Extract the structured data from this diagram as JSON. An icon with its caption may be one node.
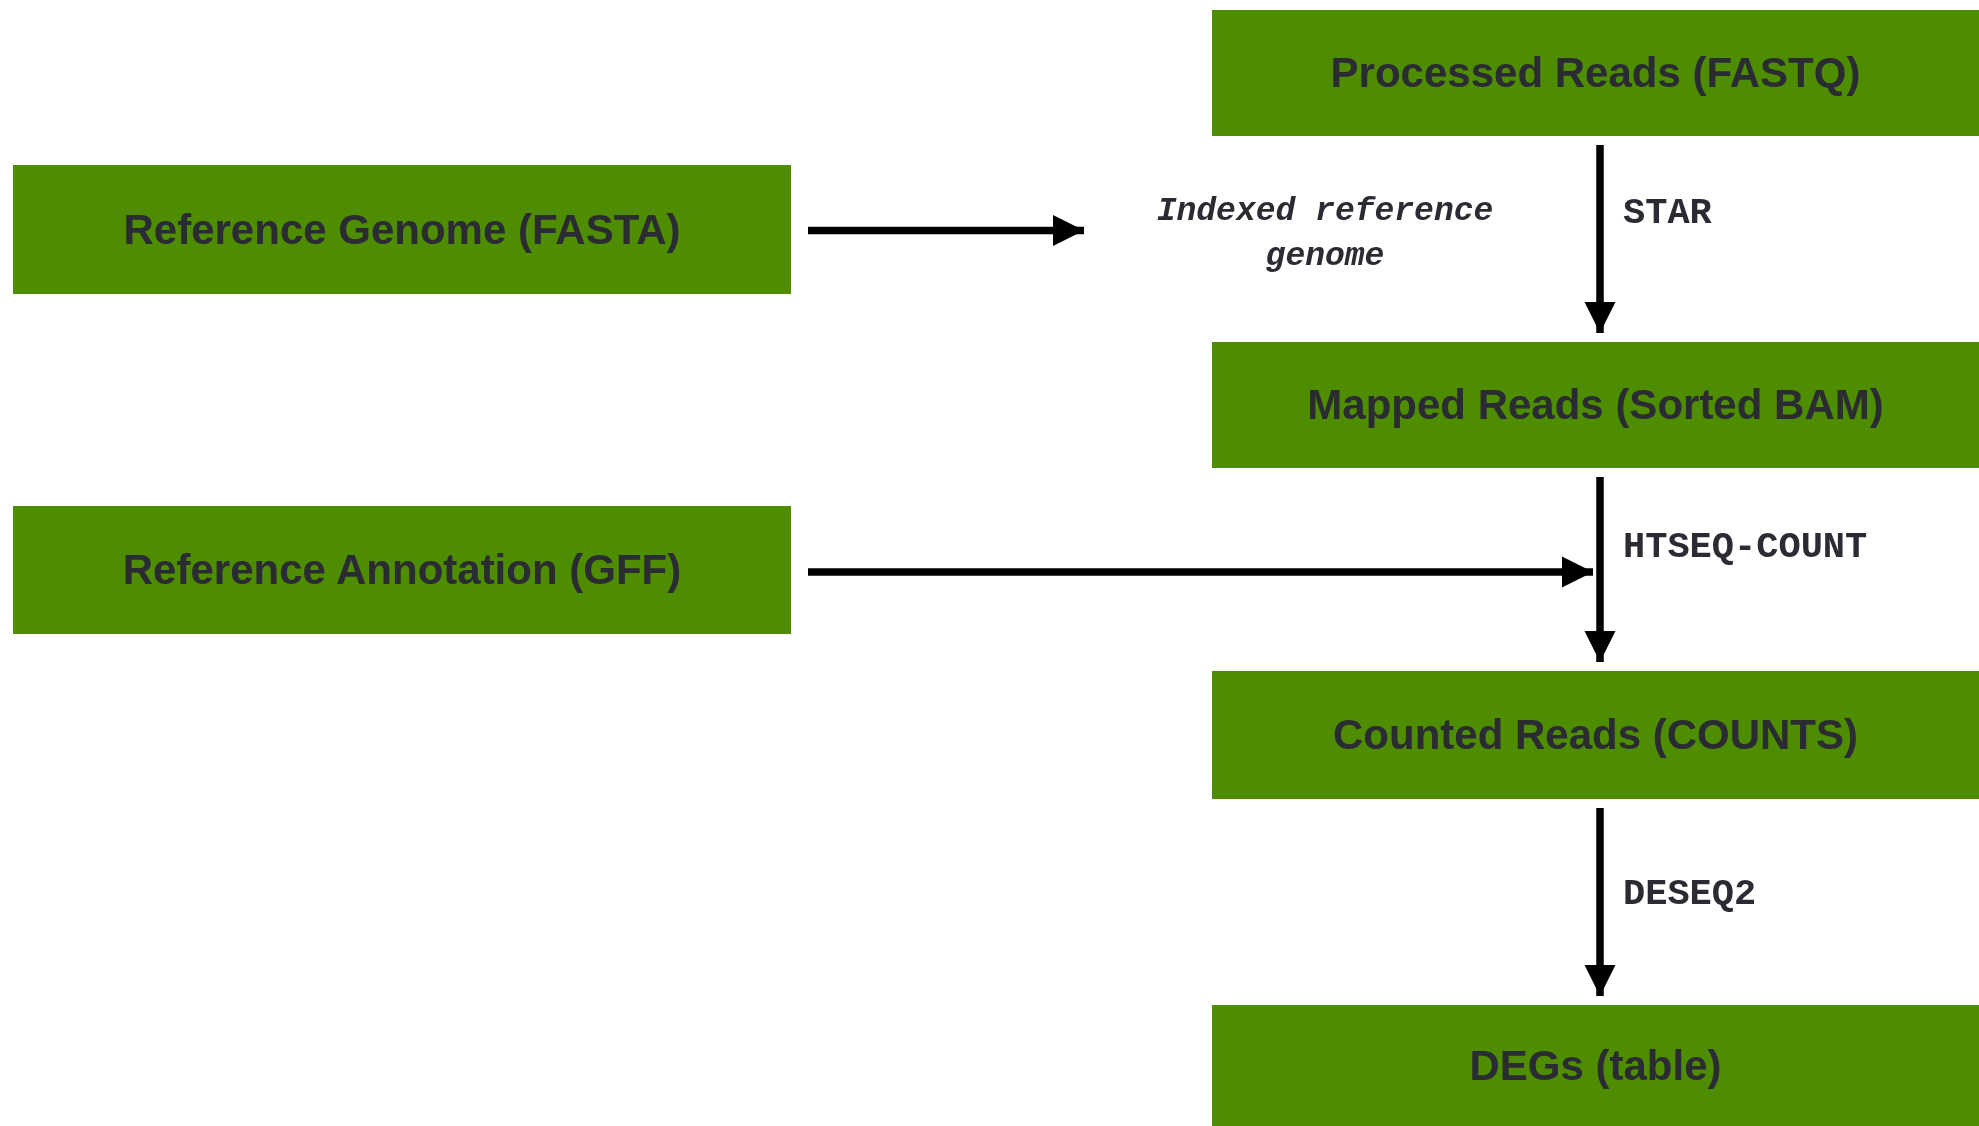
{
  "diagram": {
    "nodes": [
      {
        "text": [
          "Processed Reads (FASTQ)"
        ]
      },
      {
        "text": [
          "Reference Genome (FASTA)"
        ]
      },
      {
        "text": [
          "Indexed reference genome"
        ]
      },
      {
        "text": [
          "Mapped Reads (Sorted BAM)"
        ]
      },
      {
        "text": [
          "Reference Annotation (GFF)"
        ]
      },
      {
        "text": [
          "Counted Reads (COUNTS)"
        ]
      },
      {
        "text": [
          "DEGs (table)"
        ]
      }
    ],
    "edges": [
      {
        "from": 1,
        "to": 2,
        "arrow": "to"
      },
      {
        "from": 0,
        "to": 3,
        "label": "STAR",
        "arrow": "to"
      },
      {
        "from": 3,
        "to": 5,
        "label": "HTSEQ-COUNT",
        "arrow": "to"
      },
      {
        "from": 4,
        "to": null,
        "arrow": "to"
      },
      {
        "from": 5,
        "to": 6,
        "label": "DESEQ2",
        "arrow": "to"
      }
    ]
  }
}
